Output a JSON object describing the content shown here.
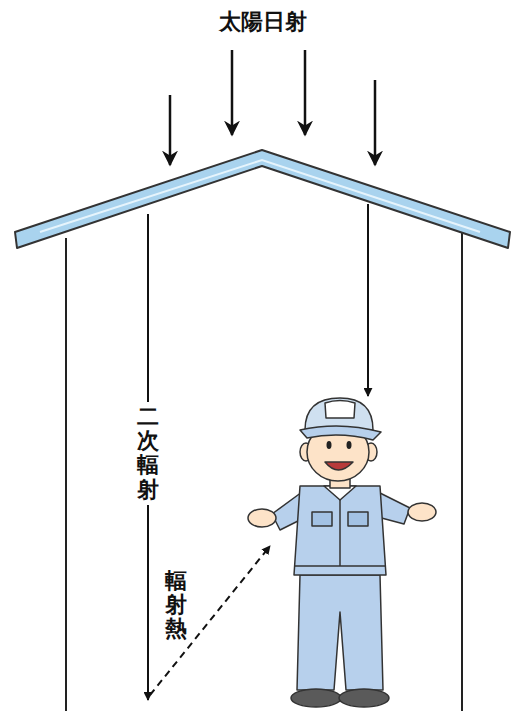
{
  "diagram": {
    "labels": [
      "太陽日射",
      "二次輻射",
      "輻射熱"
    ]
  }
}
